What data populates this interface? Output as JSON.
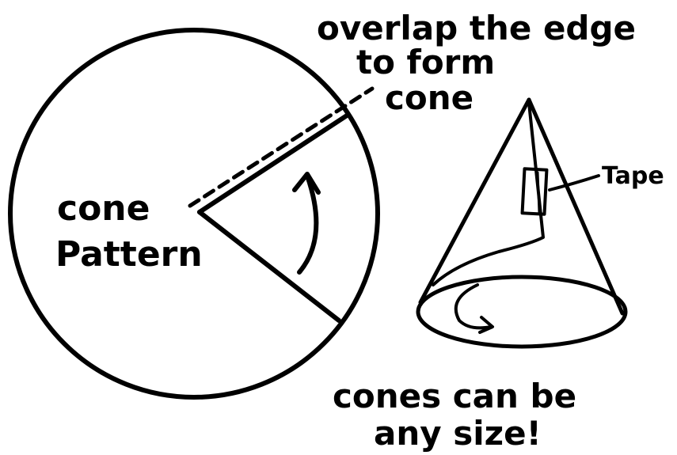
{
  "annotations": {
    "overlap_line1": "overlap the edge",
    "overlap_line2": "to form",
    "overlap_line3": "cone",
    "pattern_line1": "cone",
    "pattern_line2": "Pattern",
    "tape": "Tape",
    "sizes_line1": "cones can be",
    "sizes_line2": "any size!"
  },
  "colors": {
    "ink": "#000000",
    "paper": "#ffffff"
  }
}
